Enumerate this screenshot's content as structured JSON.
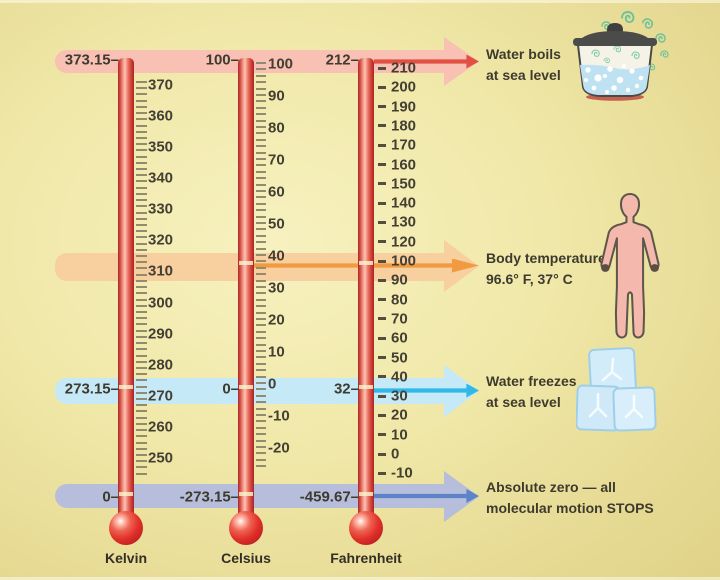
{
  "scales": [
    {
      "name": "Kelvin",
      "boil_value": "373.15",
      "freeze_value": "273.15",
      "absolute_zero_value": "0",
      "column_labels": [
        "370",
        "360",
        "350",
        "340",
        "330",
        "320",
        "310",
        "300",
        "290",
        "280",
        "270",
        "260",
        "250"
      ]
    },
    {
      "name": "Celsius",
      "boil_value": "100",
      "freeze_value": "0",
      "absolute_zero_value": "-273.15",
      "column_labels": [
        "100",
        "90",
        "80",
        "70",
        "60",
        "50",
        "40",
        "30",
        "20",
        "10",
        "0",
        "-10",
        "-20"
      ]
    },
    {
      "name": "Fahrenheit",
      "boil_value": "212",
      "freeze_value": "32",
      "absolute_zero_value": "-459.67",
      "column_labels": [
        "210",
        "200",
        "190",
        "180",
        "170",
        "160",
        "150",
        "140",
        "130",
        "120",
        "100",
        "90",
        "80",
        "70",
        "60",
        "50",
        "40",
        "30",
        "20",
        "10",
        "0",
        "-10"
      ]
    }
  ],
  "annotations": [
    {
      "id": "water-boils",
      "lines": [
        "Water boils",
        "at sea level"
      ],
      "icon": "boiling-pot-icon",
      "band_color": "#f9c0b4",
      "arrow_line_color": "#e25043"
    },
    {
      "id": "body-temperature",
      "lines": [
        "Body temperature",
        "96.6° F, 37° C"
      ],
      "icon": "human-body-icon",
      "band_color": "#f8cf9f",
      "arrow_line_color": "#f09a42"
    },
    {
      "id": "water-freezes",
      "lines": [
        "Water freezes",
        "at sea level"
      ],
      "icon": "ice-cubes-icon",
      "band_color": "#c5e9f6",
      "arrow_line_color": "#30b9e8"
    },
    {
      "id": "absolute-zero",
      "lines": [
        "Absolute zero — all",
        "molecular motion STOPS"
      ],
      "icon": null,
      "band_color": "#b6bedb",
      "arrow_line_color": "#5f83c8"
    }
  ],
  "colors": {
    "background_center": "#f7f1c0",
    "background_edge": "#e0d287",
    "tube_red": "#e03a31",
    "text_color": "#3e3a2e"
  }
}
